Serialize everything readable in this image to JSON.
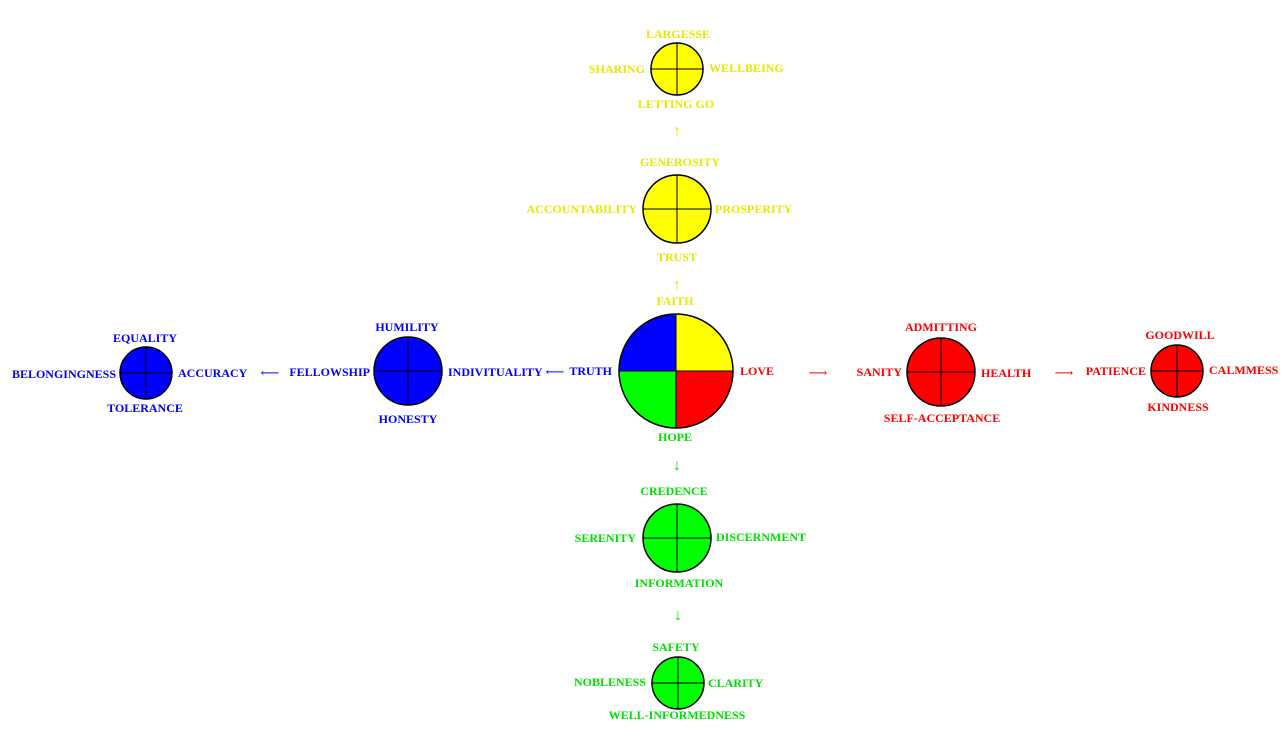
{
  "colors": {
    "yellow": "#e8e800",
    "blue": "#0000ff",
    "green": "#00e000",
    "red": "#ff0000",
    "outline": "#000000",
    "yellow_fill": "#ffff00",
    "blue_fill": "#0000ff",
    "green_fill": "#00ff00",
    "red_fill": "#ff0000"
  },
  "center": {
    "top": "FAITH",
    "left": "TRUTH",
    "right": "LOVE",
    "bottom": "HOPE"
  },
  "arrows": {
    "up": "↑",
    "left": "⟵",
    "right": "⟶",
    "down": "↓"
  },
  "nodes": {
    "yellow_far": {
      "top": "LARGESSE",
      "left": "SHARING",
      "right": "WELLBEING",
      "bottom": "LETTING GO"
    },
    "yellow_near": {
      "top": "GENEROSITY",
      "left": "ACCOUNTABILITY",
      "right": "PROSPERITY",
      "bottom": "TRUST"
    },
    "blue_near": {
      "top": "HUMILITY",
      "left": "FELLOWSHIP",
      "right": "INDIVITUALITY",
      "bottom": "HONESTY"
    },
    "blue_far": {
      "top": "EQUALITY",
      "left": "BELONGINGNESS",
      "right": "ACCURACY",
      "bottom": "TOLERANCE"
    },
    "red_near": {
      "top": "ADMITTING",
      "left": "SANITY",
      "right": "HEALTH",
      "bottom": "SELF-ACCEPTANCE"
    },
    "red_far": {
      "top": "GOODWILL",
      "left": "PATIENCE",
      "right": "CALMMESS",
      "bottom": "KINDNESS"
    },
    "green_near": {
      "top": "CREDENCE",
      "left": "SERENITY",
      "right": "DISCERNMENT",
      "bottom": "INFORMATION"
    },
    "green_far": {
      "top": "SAFETY",
      "left": "NOBLENESS",
      "right": "CLARITY",
      "bottom": "WELL-INFORMEDNESS"
    }
  }
}
